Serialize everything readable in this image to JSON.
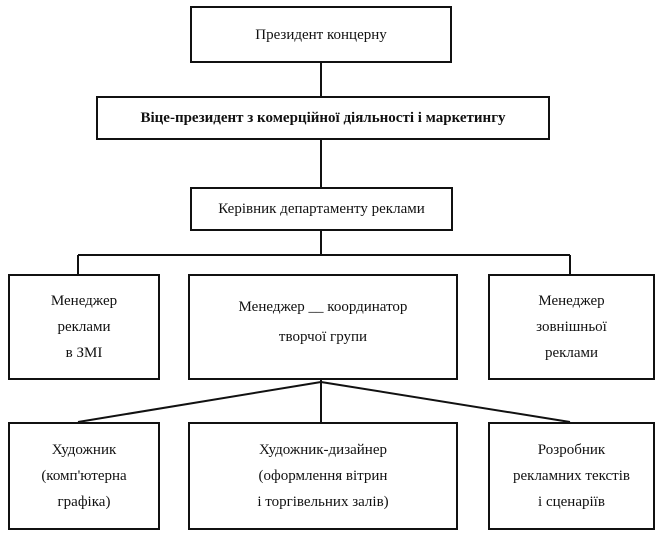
{
  "diagram": {
    "president": "Президент концерну",
    "vice_president": "Віце-президент з комерційної діяльності і маркетингу",
    "dept_head": "Керівник департаменту реклами",
    "managers": [
      {
        "lines": [
          "Менеджер",
          "реклами",
          "в ЗМІ"
        ]
      },
      {
        "lines": [
          "Менеджер __ координатор",
          "творчої групи"
        ]
      },
      {
        "lines": [
          "Менеджер",
          "зовнішньої",
          "реклами"
        ]
      }
    ],
    "staff": [
      {
        "lines": [
          "Художник",
          "(комп'ютерна",
          "графіка)"
        ]
      },
      {
        "lines": [
          "Художник-дизайнер",
          "(оформлення вітрин",
          "і торгівельних залів)"
        ]
      },
      {
        "lines": [
          "Розробник",
          "рекламних текстів",
          "і сценаріїв"
        ]
      }
    ]
  }
}
